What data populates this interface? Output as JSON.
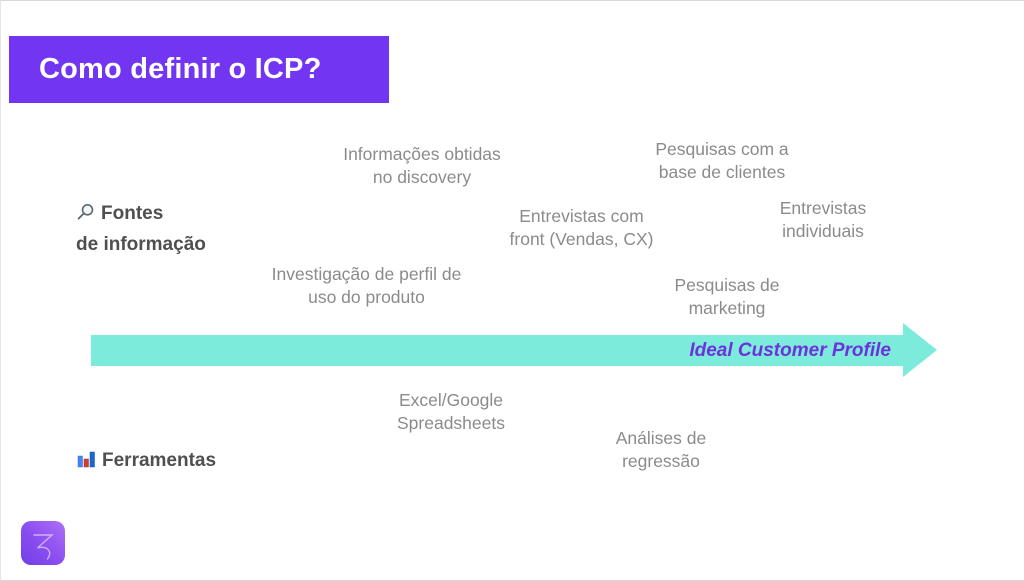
{
  "colors": {
    "accent": "#7236F2",
    "arrow": "#7DEBDC",
    "arrowLabel": "#6D32DD",
    "heading": "#4F4F4F",
    "itemText": "#8B8B8B"
  },
  "title": "Como definir o ICP?",
  "arrow": {
    "label": "Ideal Customer Profile"
  },
  "sources": {
    "heading_line1": "Fontes",
    "heading_line2": "de informação",
    "icon": "magnifier-icon",
    "items": [
      {
        "line1": "Informações obtidas",
        "line2": "no discovery"
      },
      {
        "line1": "Pesquisas com a",
        "line2": "base de clientes"
      },
      {
        "line1": "Entrevistas com",
        "line2": "front (Vendas, CX)"
      },
      {
        "line1": "Entrevistas",
        "line2": "individuais"
      },
      {
        "line1": "Investigação de perfil de",
        "line2": "uso do produto"
      },
      {
        "line1": "Pesquisas de",
        "line2": "marketing"
      }
    ]
  },
  "tools": {
    "heading": "Ferramentas",
    "icon": "bar-chart-icon",
    "items": [
      {
        "line1": "Excel/Google",
        "line2": "Spreadsheets"
      },
      {
        "line1": "Análises de",
        "line2": "regressão"
      }
    ]
  }
}
